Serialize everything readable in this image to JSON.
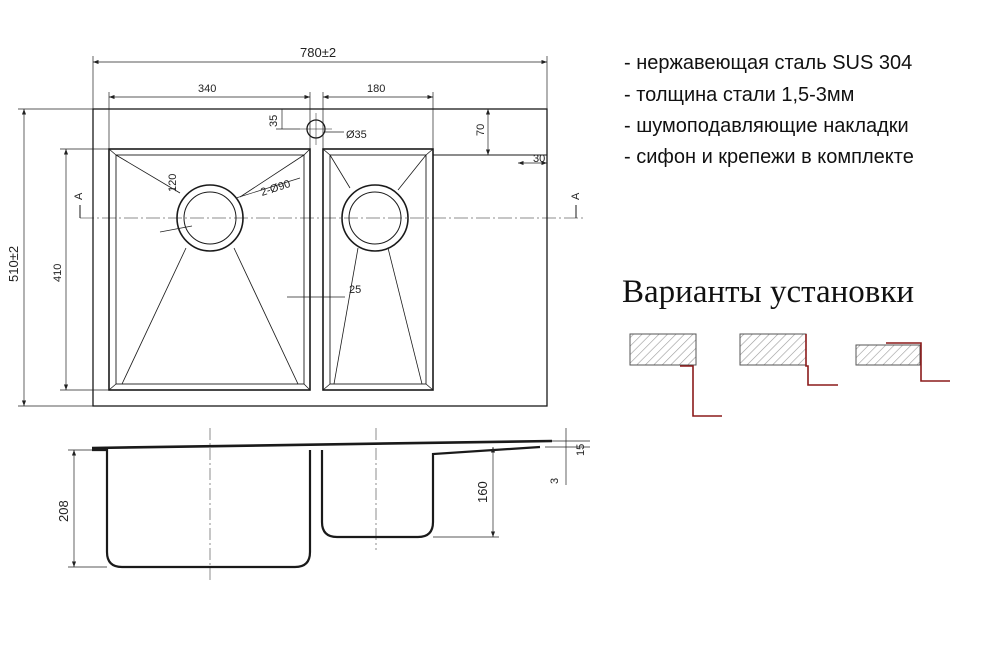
{
  "drawing": {
    "overall_width": "780±2",
    "overall_depth": "510±2",
    "left_bowl_width": "340",
    "right_bowl_width": "180",
    "tap_offset": "35",
    "tap_hole": "Ø35",
    "deck_offset": "70",
    "edge_offset": "30",
    "bowl_depth_plan": "410",
    "drain_note": "2-Ø90",
    "corner_radius": "120",
    "partition": "25",
    "section_marker_left": "A",
    "section_marker_right": "A",
    "left_bowl_depth": "208",
    "right_bowl_depth": "160",
    "rim_height": "15",
    "rim_thickness": "3"
  },
  "features": [
    "- нержавеющая сталь SUS 304",
    "- толщина стали 1,5-3мм",
    "- шумоподавляющие накладки",
    "- сифон и крепежи в комплекте"
  ],
  "install_title": "Варианты установки",
  "colors": {
    "line": "#1a1a1a",
    "accent": "#8b1a1a",
    "hatch": "#999999"
  }
}
